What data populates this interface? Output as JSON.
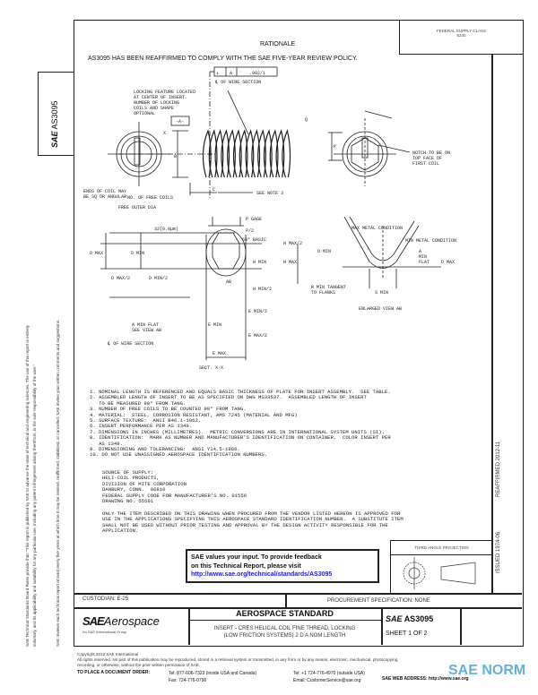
{
  "header": {
    "rationale_title": "RATIONALE",
    "rationale_text": "AS3095 HAS BEEN REAFFIRMED TO COMPLY WITH THE SAE FIVE-YEAR REVIEW POLICY.",
    "fsc_label": "FEDERAL SUPPLY CLASS",
    "fsc_value": "5340"
  },
  "side": {
    "doc_number": "AS3095",
    "disclaimer_1": "SAE Technical Standards Board Rules provide that: \"This report is published by SAE to advance the state of technical and engineering sciences. The use of this report is entirely",
    "disclaimer_2": "voluntary, and its applicability and suitability for any particular use, including any patent infringement arising therefrom, is the sole responsibility of the user.\"",
    "disclaimer_3": "SAE reviews each technical report at least every five years at which time it may be revised, reaffirmed, stabilized, or cancelled. SAE invites your written comments and suggestions.",
    "issued": "ISSUED 1974-06",
    "reaffirmed": "REAFFIRMED 2012-11"
  },
  "drawing": {
    "fcf": [
      "⊥",
      "A",
      ".002/1"
    ],
    "wire_section": "℄ OF WIRE SECTION",
    "locking": [
      "LOCKING FEATURE LOCATED",
      "AT CENTER OF INSERT.",
      "NUMBER OF LOCKING",
      "COILS AND SHAPE",
      "OPTIONAL"
    ],
    "datum_a": "-A-",
    "x": "X",
    "b": "B",
    "c": "C",
    "q": "Q",
    "p": "P",
    "ends": [
      "ENDS OF COIL MAY",
      "BE SQ OR ANGULAR"
    ],
    "free_outer": "FREE OUTER DIA",
    "free_coils": "NO. OF FREE COILS",
    "see_note": "SEE NOTE 3",
    "notch": [
      "NOTCH TO BE ON",
      "TOP FACE OF",
      "FIRST COIL"
    ],
    "p_gage": "P GAGE",
    "p_half": "P/2",
    "finish": "32(0.8µm)",
    "basic": "60° BASIC",
    "d_max": "D MAX",
    "d_min": "D MIN",
    "d_max_2": "D MAX/2",
    "d_min_2": "D MIN/2",
    "h_max_2": "H MAX/2",
    "h_min": "H MIN",
    "h_max": "H MAX",
    "h_min_2": "H MIN/2",
    "ab": "AB",
    "e_min_2": "E MIN/2",
    "e_min": "E MIN",
    "e_max_2": "E MAX/2",
    "e_max": "E MAX",
    "a_min_flat": [
      "A MIN FLAT",
      "SEE VIEW AB"
    ],
    "sect": "SECT. X-X",
    "max_metal": "MAX METAL CONDITION",
    "min_metal": "MIN METAL CONDITION",
    "a_flat": [
      "A",
      "MIN",
      "FLAT"
    ],
    "r_min": [
      "R MIN TANGENT",
      "TO FLANKS"
    ],
    "s_min": "S MIN",
    "enlarged": "ENLARGED VIEW AB"
  },
  "notes": "1. NOMINAL LENGTH IS REFERENCED AND EQUALS BASIC THICKNESS OF PLATE FOR INSERT ASSEMBLY.  SEE TABLE.\n2. ASSEMBLED LENGTH OF INSERT TO BE AS SPECIFIED ON DWG MS33537.  ASSEMBLED LENGTH OF INSERT\n   TO BE MEASURED 90° FROM TANG.\n3. NUMBER OF FREE COILS TO BE COUNTED 90° FROM TANG.\n4. MATERIAL:  STEEL, CORROSION RESISTANT, AMS 7245 (MATERIAL AND MFG)\n5. SURFACE TEXTURE:  ANSI B46.1-1962.\n6. INSERT PERFORMANCE PER AS 1349.\n7. DIMENSIONS IN INCHES (MILLIMETRES).  METRIC CONVERSIONS ARE IN INTERNATIONAL SYSTEM UNITS (SI).\n8. IDENTIFICATION:  MARK AS NUMBER AND MANUFACTURER'S IDENTIFICATION ON CONTAINER.  COLOR INSERT PER\n   AS 1349.\n9. DIMENSIONING AND TOLERANCING:  ANSI Y14.5-1966.\n10. DO NOT USE UNASSIGNED AEROSPACE IDENTIFICATION NUMBERS.",
  "supply": "SOURCE OF SUPPLY:\nHELI-COIL PRODUCTS,\nDIVISION OF MITE CORPORATION\nDANBURY, CONN.  06810\nFEDERAL SUPPLY CODE FOR MANUFACTURER'S NO. 01556\nDRAWING NO. 55591",
  "approval": "ONLY THE ITEM DESCRIBED ON THIS DRAWING WHEN PROCURED FROM THE VENDOR LISTED HEREON IS APPROVED FOR\nUSE IN THE APPLICATIONS SPECIFYING THIS AEROSPACE STANDARD IDENTIFICATION NUMBER.  A SUBSTITUTE ITEM\nSHALL NOT BE USED WITHOUT PRIOR TESTING AND APPROVAL BY THE DESIGN ACTIVITY RESPONSIBLE FOR THE\nAPPLICATION.",
  "feedback": {
    "line1": "SAE values your input. To provide feedback",
    "line2": "on this Technical Report, please visit",
    "link": "http://www.sae.org/technical/standards/AS3095"
  },
  "projection": "THIRD ANGLE PROJECTION",
  "custodian": "CUSTODIAN:  E-25",
  "procurement": "PROCUREMENT SPECIFICATION: NONE",
  "title_block": {
    "logo_sae": "SAE",
    "logo_aero": "Aerospace",
    "logo_sub": "An SAE International Group",
    "title": "AEROSPACE STANDARD",
    "desc1": "INSERT - CRES HELICAL COIL FINE THREAD, LOCKING",
    "desc2": "(LOW FRICTION SYSTEMS) 2 D A NOM LENGTH",
    "sae_small": "SAE",
    "doc_number": "AS3095",
    "sheet": "SHEET 1 OF 2"
  },
  "footer": {
    "copyright": "Copyright 2012 SAE International",
    "rights1": "All rights reserved. No part of this publication may be reproduced, stored in a retrieval system or transmitted, in any form or by any means, electronic, mechanical, photocopying,",
    "rights2": "recording, or otherwise, without the prior written permission of SAE.",
    "order_label": "TO PLACE A DOCUMENT ORDER:",
    "tel1": "Tel: 877-606-7323 (inside USA and Canada)",
    "fax": "Fax: 724-776-0790",
    "tel2": "Tel: +1 724-776-4970 (outside USA)",
    "email": "Email: CustomerService@sae.org",
    "web": "SAE WEB ADDRESS: http://www.sae.org",
    "watermark": "SAE NORM"
  }
}
